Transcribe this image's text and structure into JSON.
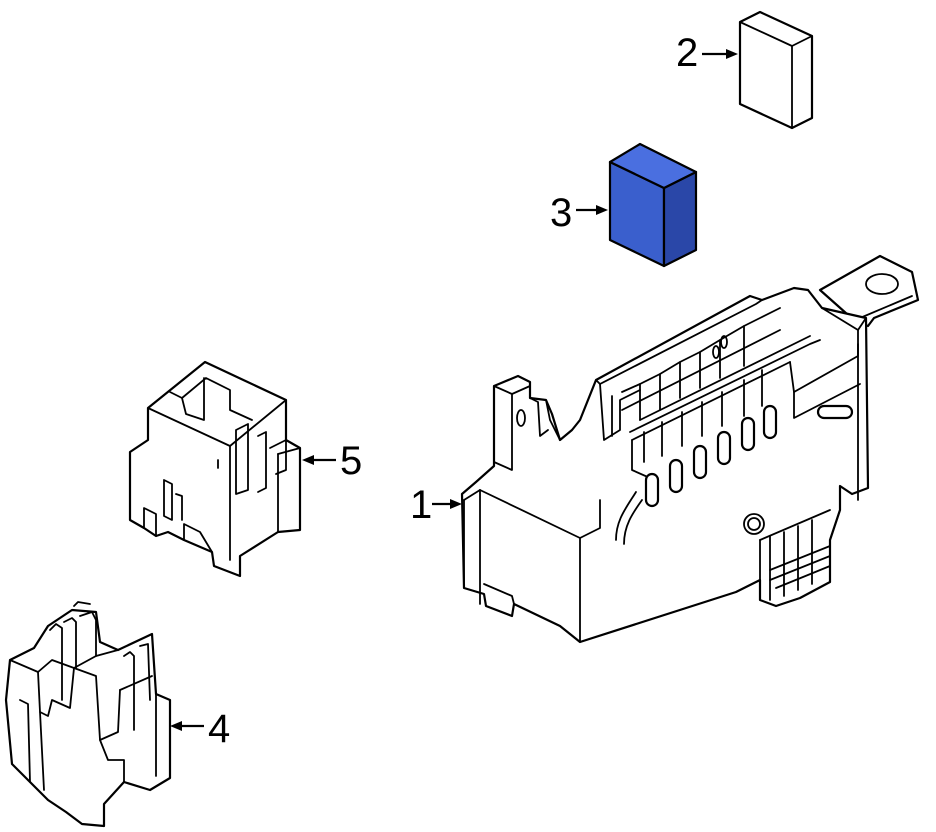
{
  "callouts": {
    "c1": "1",
    "c2": "2",
    "c3": "3",
    "c4": "4",
    "c5": "5"
  },
  "colors": {
    "highlight": "#3a5fcd",
    "highlight_dark": "#2a47a8",
    "outline": "#000000",
    "background": "#ffffff"
  }
}
